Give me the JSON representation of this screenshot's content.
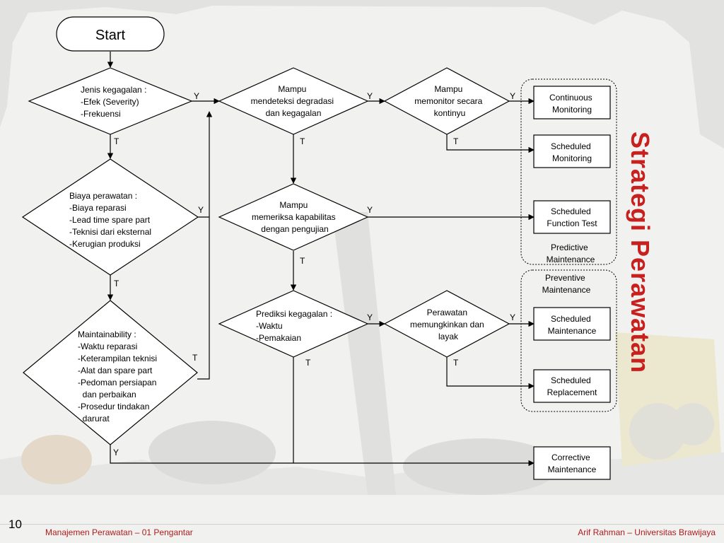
{
  "title_vertical": "Strategi Perawatan",
  "nodes": {
    "start": "Start",
    "d1": [
      "Jenis kegagalan :",
      "-Efek (Severity)",
      "-Frekuensi"
    ],
    "d2": [
      "Biaya perawatan :",
      "-Biaya reparasi",
      "-Lead time spare part",
      "-Teknisi dari eksternal",
      "-Kerugian produksi"
    ],
    "d3": [
      "Maintainability :",
      "-Waktu reparasi",
      "-Keterampilan teknisi",
      "-Alat dan spare part",
      "-Pedoman persiapan",
      "  dan perbaikan",
      "-Prosedur tindakan",
      "  darurat"
    ],
    "d4": [
      "Mampu",
      "mendeteksi degradasi",
      "dan kegagalan"
    ],
    "d5": [
      "Mampu",
      "memonitor secara",
      "kontinyu"
    ],
    "d6": [
      "Mampu",
      "memeriksa kapabilitas",
      "dengan pengujian"
    ],
    "d7": [
      "Prediksi kegagalan :",
      "-Waktu",
      "-Pemakaian"
    ],
    "d8": [
      "Perawatan",
      "memungkinkan dan",
      "layak"
    ],
    "r1": [
      "Continuous",
      "Monitoring"
    ],
    "r2": [
      "Scheduled",
      "Monitoring"
    ],
    "r3": [
      "Scheduled",
      "Function Test"
    ],
    "r4": [
      "Scheduled",
      "Maintenance"
    ],
    "r5": [
      "Scheduled",
      "Replacement"
    ],
    "r6": [
      "Corrective",
      "Maintenance"
    ]
  },
  "groups": {
    "predictive": [
      "Predictive",
      "Maintenance"
    ],
    "preventive": [
      "Preventive",
      "Maintenance"
    ]
  },
  "edge_labels": {
    "d1_y": "Y",
    "d1_t": "T",
    "d2_y": "Y",
    "d2_t": "T",
    "d3_t": "T",
    "d3_y": "Y",
    "d4_y": "Y",
    "d4_t": "T",
    "d5_y": "Y",
    "d5_t": "T",
    "d6_y": "Y",
    "d6_t": "T",
    "d7_y": "Y",
    "d7_t": "T",
    "d8_y": "Y",
    "d8_t": "T"
  },
  "footer": {
    "page_number": "10",
    "left": "Manajemen Perawatan – 01 Pengantar",
    "right": "Arif Rahman – Universitas Brawijaya"
  }
}
